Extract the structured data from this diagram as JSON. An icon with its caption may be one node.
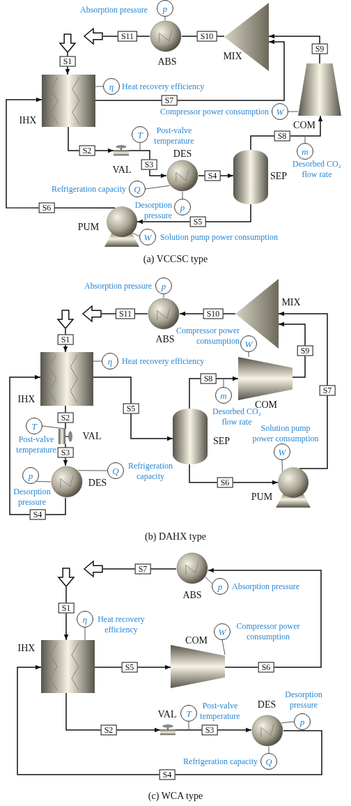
{
  "diagram": {
    "nodes": [
      {
        "text": [
          "ABS"
        ]
      },
      {
        "text": [
          "MIX"
        ]
      },
      {
        "text": [
          "IHX"
        ]
      },
      {
        "text": [
          "VAL"
        ]
      },
      {
        "text": [
          "DES"
        ]
      },
      {
        "text": [
          "SEP"
        ]
      },
      {
        "text": [
          "COM"
        ]
      },
      {
        "text": [
          "PUM"
        ]
      },
      {
        "text": [
          "p"
        ],
        "beside": [
          "Absorption pressure"
        ]
      },
      {
        "text": [
          "η"
        ],
        "beside": [
          "Heat recovery efficiency"
        ]
      },
      {
        "text": [
          "T"
        ],
        "beside": [
          "Post-valve temperature"
        ]
      },
      {
        "text": [
          "W"
        ],
        "beside": [
          "Compressor power consumption"
        ]
      },
      {
        "text": [
          "m"
        ],
        "beside": [
          "Desorbed CO₂ flow rate"
        ]
      },
      {
        "text": [
          "Q"
        ],
        "beside": [
          "Refrigeration capacity"
        ]
      },
      {
        "text": [
          "p"
        ],
        "beside": [
          "Desorption pressure"
        ]
      },
      {
        "text": [
          "W"
        ],
        "beside": [
          "Solution pump power consumption"
        ]
      },
      {
        "text": [
          "ABS"
        ]
      },
      {
        "text": [
          "MIX"
        ]
      },
      {
        "text": [
          "IHX"
        ]
      },
      {
        "text": [
          "COM"
        ]
      },
      {
        "text": [
          "SEP"
        ]
      },
      {
        "text": [
          "VAL"
        ]
      },
      {
        "text": [
          "DES"
        ]
      },
      {
        "text": [
          "PUM"
        ]
      },
      {
        "text": [
          "p"
        ],
        "beside": [
          "Absorption pressure"
        ]
      },
      {
        "text": [
          "W"
        ],
        "beside": [
          "Compressor power consumption"
        ]
      },
      {
        "text": [
          "η"
        ],
        "beside": [
          "Heat recovery efficiency"
        ]
      },
      {
        "text": [
          "m"
        ],
        "beside": [
          "Desorbed CO₂ flow rate"
        ]
      },
      {
        "text": [
          "T"
        ],
        "beside": [
          "Post-valve temperature"
        ]
      },
      {
        "text": [
          "Q"
        ],
        "beside": [
          "Refrigeration capacity"
        ]
      },
      {
        "text": [
          "p"
        ],
        "beside": [
          "Desorption pressure"
        ]
      },
      {
        "text": [
          "W"
        ],
        "beside": [
          "Solution pump power consumption"
        ]
      },
      {
        "text": [
          "ABS"
        ]
      },
      {
        "text": [
          "IHX"
        ]
      },
      {
        "text": [
          "COM"
        ]
      },
      {
        "text": [
          "VAL"
        ]
      },
      {
        "text": [
          "DES"
        ]
      },
      {
        "text": [
          "p"
        ],
        "beside": [
          "Absorption pressure"
        ]
      },
      {
        "text": [
          "η"
        ],
        "beside": [
          "Heat recovery efficiency"
        ]
      },
      {
        "text": [
          "W"
        ],
        "beside": [
          "Compressor power consumption"
        ]
      },
      {
        "text": [
          "T"
        ],
        "beside": [
          "Post-valve temperature"
        ]
      },
      {
        "text": [
          "p"
        ],
        "beside": [
          "Desorption pressure"
        ]
      },
      {
        "text": [
          "Q"
        ],
        "beside": [
          "Refrigeration capacity"
        ]
      },
      {
        "text": [],
        "shape": "arrow"
      },
      {
        "text": [],
        "shape": "arrow"
      },
      {
        "text": [],
        "shape": "arrow"
      },
      {
        "text": [],
        "shape": "arrow"
      },
      {
        "text": [],
        "shape": "arrow"
      },
      {
        "text": [],
        "shape": "arrow"
      }
    ],
    "edges": [
      {
        "from": 43,
        "to": 2,
        "label": "S1",
        "arrow": "to"
      },
      {
        "from": 2,
        "to": 3,
        "label": "S2",
        "arrow": "to"
      },
      {
        "from": 3,
        "to": 4,
        "label": "S3",
        "arrow": "to"
      },
      {
        "from": 4,
        "to": 5,
        "label": "S4",
        "arrow": "to"
      },
      {
        "from": 5,
        "to": 7,
        "label": "S5",
        "arrow": "to"
      },
      {
        "from": 7,
        "to": 2,
        "label": "S6",
        "arrow": "to"
      },
      {
        "from": 2,
        "to": 1,
        "label": "S7",
        "arrow": "to"
      },
      {
        "from": 5,
        "to": 6,
        "label": "S8",
        "arrow": "to"
      },
      {
        "from": 6,
        "to": 1,
        "label": "S9",
        "arrow": "to"
      },
      {
        "from": 1,
        "to": 0,
        "label": "S10",
        "arrow": "none"
      },
      {
        "from": 0,
        "to": 44,
        "label": "S11",
        "arrow": "none"
      },
      {
        "from": 8,
        "to": 0,
        "arrow": "none"
      },
      {
        "from": 9,
        "to": 2,
        "arrow": "none"
      },
      {
        "from": 10,
        "to": null,
        "arrow": "none"
      },
      {
        "from": 11,
        "to": 6,
        "arrow": "none"
      },
      {
        "from": 12,
        "to": null,
        "arrow": "none"
      },
      {
        "from": 13,
        "to": 4,
        "arrow": "none"
      },
      {
        "from": 14,
        "to": 4,
        "arrow": "none"
      },
      {
        "from": 15,
        "to": 7,
        "arrow": "none"
      },
      {
        "from": 45,
        "to": 18,
        "label": "S1",
        "arrow": "to"
      },
      {
        "from": 18,
        "to": 21,
        "label": "S2",
        "arrow": "none"
      },
      {
        "from": 21,
        "to": 22,
        "label": "S3",
        "arrow": "to"
      },
      {
        "from": 22,
        "to": 18,
        "label": "S4",
        "arrow": "to"
      },
      {
        "from": 18,
        "to": 20,
        "label": "S5",
        "arrow": "to"
      },
      {
        "from": 20,
        "to": 23,
        "label": "S6",
        "arrow": "to"
      },
      {
        "from": 23,
        "to": 17,
        "label": "S7",
        "arrow": "to"
      },
      {
        "from": 20,
        "to": 19,
        "label": "S8",
        "arrow": "to"
      },
      {
        "from": 19,
        "to": 17,
        "label": "S9",
        "arrow": "to"
      },
      {
        "from": 17,
        "to": 16,
        "label": "S10",
        "arrow": "to"
      },
      {
        "from": 16,
        "to": 46,
        "label": "S11",
        "arrow": "none"
      },
      {
        "from": 24,
        "to": 16,
        "arrow": "none"
      },
      {
        "from": 25,
        "to": 19,
        "arrow": "none"
      },
      {
        "from": 26,
        "to": 18,
        "arrow": "none"
      },
      {
        "from": 27,
        "to": null,
        "arrow": "none"
      },
      {
        "from": 28,
        "to": 21,
        "arrow": "none"
      },
      {
        "from": 29,
        "to": 22,
        "arrow": "none"
      },
      {
        "from": 30,
        "to": 22,
        "arrow": "none"
      },
      {
        "from": 31,
        "to": 23,
        "arrow": "none"
      },
      {
        "from": 47,
        "to": 33,
        "label": "S1",
        "arrow": "to"
      },
      {
        "from": 33,
        "to": 35,
        "label": "S2",
        "arrow": "to"
      },
      {
        "from": 35,
        "to": 36,
        "label": "S3",
        "arrow": "to"
      },
      {
        "from": 36,
        "to": 33,
        "label": "S4",
        "arrow": "to"
      },
      {
        "from": 33,
        "to": 34,
        "label": "S5",
        "arrow": "to"
      },
      {
        "from": 34,
        "to": 32,
        "label": "S6",
        "arrow": "to"
      },
      {
        "from": 32,
        "to": 48,
        "label": "S7",
        "arrow": "none"
      },
      {
        "from": 37,
        "to": 32,
        "arrow": "none"
      },
      {
        "from": 38,
        "to": 33,
        "arrow": "none"
      },
      {
        "from": 39,
        "to": 34,
        "arrow": "none"
      },
      {
        "from": 40,
        "to": null,
        "arrow": "none"
      },
      {
        "from": 41,
        "to": 36,
        "arrow": "none"
      },
      {
        "from": 42,
        "to": 36,
        "arrow": "none"
      }
    ],
    "labels": [
      "(a) VCCSC type",
      "(b) DAHX type",
      "(c) WCA type"
    ]
  }
}
